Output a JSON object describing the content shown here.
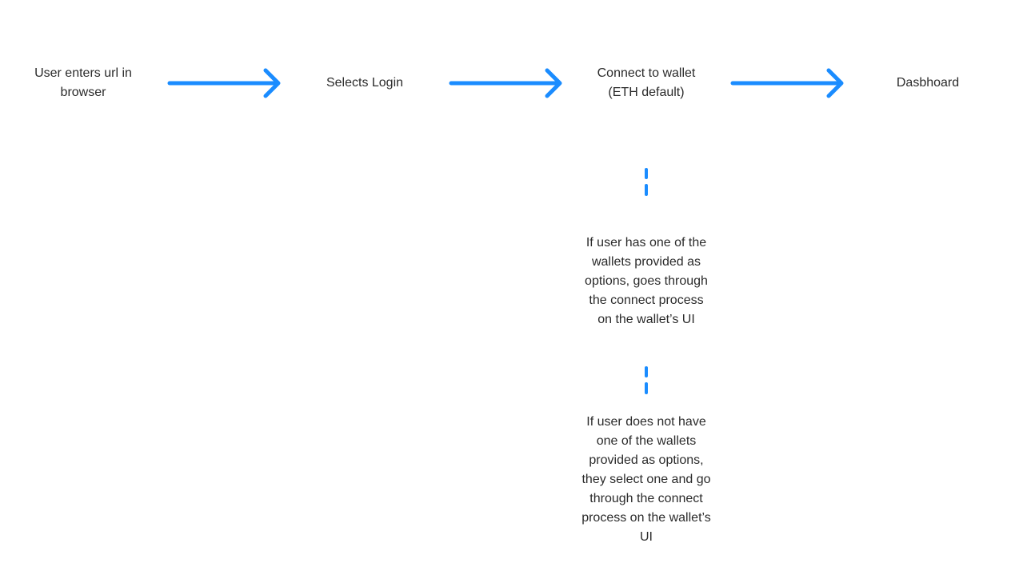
{
  "colors": {
    "connector": "#1a8cff",
    "text": "#2b2b2b",
    "background": "#ffffff"
  },
  "flow": {
    "steps": [
      {
        "label": "User enters url in\nbrowser"
      },
      {
        "label": "Selects Login"
      },
      {
        "label": "Connect to wallet\n(ETH default)"
      },
      {
        "label": "Dasbhoard"
      }
    ],
    "branches": [
      {
        "label": "If user has one of the\nwallets provided as\noptions, goes through\nthe connect process\non the wallet’s UI"
      },
      {
        "label": "If user does not have\none of the wallets\nprovided as options,\nthey select one and  go\nthrough the connect\nprocess on the wallet’s\nUI"
      }
    ]
  }
}
